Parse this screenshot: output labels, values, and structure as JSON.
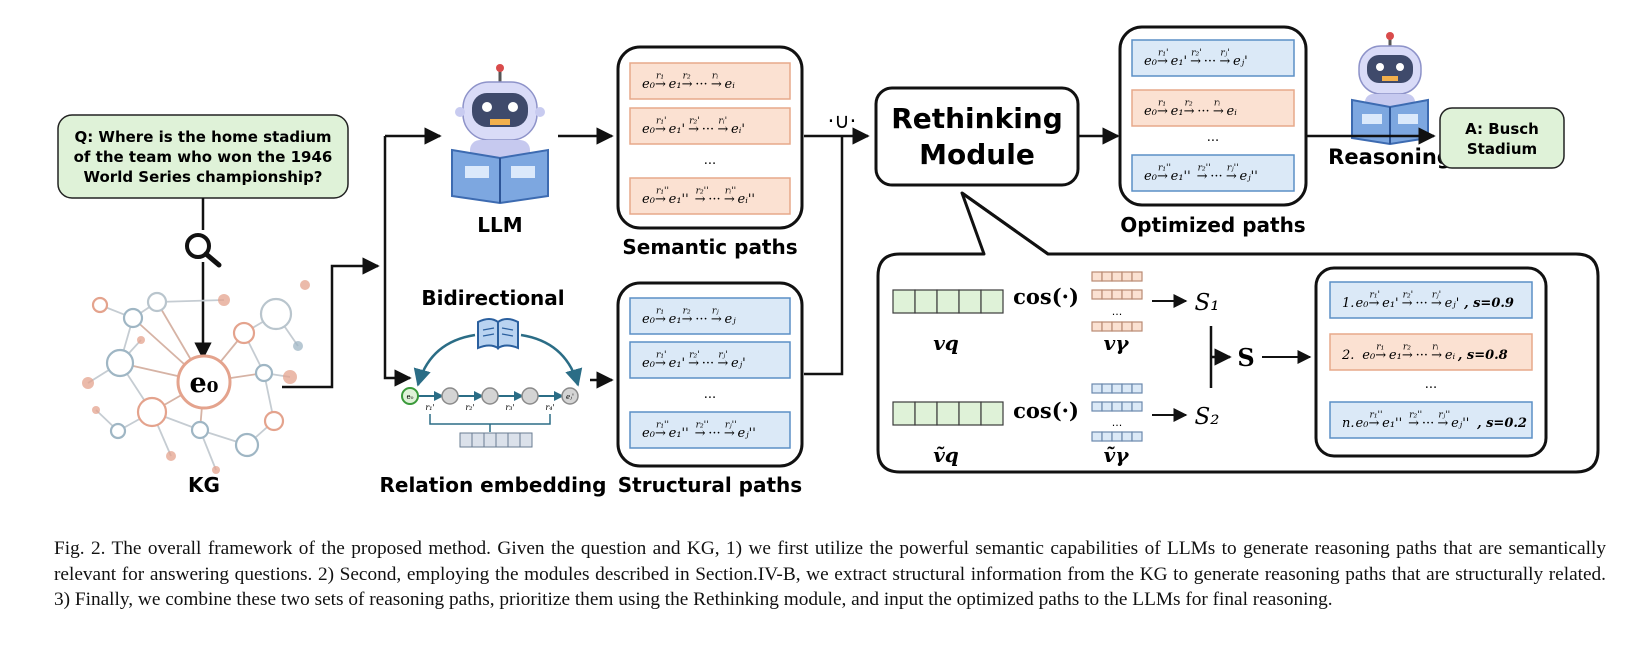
{
  "question": {
    "line1": "Q: Where is the home stadium",
    "line2": "of the team who won the 1946",
    "line3": "World Series championship?"
  },
  "kg": {
    "label": "KG",
    "center_node": "e₀"
  },
  "llm_label": "LLM",
  "relation": {
    "bidirectional_label": "Bidirectional",
    "embedding_label": "Relation embedding",
    "chain_start": "e₀",
    "chain_end": "eⱼ'",
    "rel_labels": [
      "r₁'",
      "r₂'",
      "r₃'",
      "r₄'"
    ]
  },
  "semantic_paths": {
    "title": "Semantic paths",
    "paths": [
      {
        "e": [
          "e₀",
          "e₁",
          "eᵢ"
        ],
        "r": [
          "r₁",
          "r₂",
          "rᵢ"
        ]
      },
      {
        "e": [
          "e₀",
          "e₁'",
          "eᵢ'"
        ],
        "r": [
          "r₁'",
          "r₂'",
          "rᵢ'"
        ]
      },
      {
        "e": [
          "e₀",
          "e₁''",
          "eᵢ''"
        ],
        "r": [
          "r₁''",
          "r₂''",
          "rᵢ''"
        ]
      }
    ],
    "ellipsis": "..."
  },
  "structural_paths": {
    "title": "Structural paths",
    "paths": [
      {
        "e": [
          "e₀",
          "e₁",
          "eⱼ"
        ],
        "r": [
          "r₁",
          "r₂",
          "rⱼ"
        ]
      },
      {
        "e": [
          "e₀",
          "e₁'",
          "eⱼ'"
        ],
        "r": [
          "r₁'",
          "r₂'",
          "rⱼ'"
        ]
      },
      {
        "e": [
          "e₀",
          "e₁''",
          "eⱼ''"
        ],
        "r": [
          "r₁''",
          "r₂''",
          "rⱼ''"
        ]
      }
    ],
    "ellipsis": "..."
  },
  "union_symbol": "·∪·",
  "rethinking": {
    "line1": "Rethinking",
    "line2": "Module"
  },
  "optimized_paths": {
    "title": "Optimized paths",
    "paths": [
      {
        "e": [
          "e₀",
          "e₁'",
          "eⱼ'"
        ],
        "r": [
          "r₁'",
          "r₂'",
          "rⱼ'"
        ]
      },
      {
        "e": [
          "e₀",
          "e₁",
          "eᵢ"
        ],
        "r": [
          "r₁",
          "r₂",
          "rᵢ"
        ]
      },
      {
        "e": [
          "e₀",
          "e₁''",
          "eⱼ''"
        ],
        "r": [
          "r₁''",
          "r₂''",
          "rⱼ''"
        ]
      }
    ],
    "ellipsis": "..."
  },
  "reasoning_label": "Reasoning",
  "answer": {
    "line1": "A: Busch",
    "line2": "Stadium"
  },
  "module_detail": {
    "cos_label": "cos(·)",
    "vq": "vq",
    "vr": "vγ",
    "vq_tilde": "ṽq",
    "vr_tilde": "ṽγ",
    "s1": "S₁",
    "s2": "S₂",
    "s": "S",
    "ellipsis": "...",
    "scored": [
      {
        "prefix": "1.",
        "e": [
          "e₀",
          "e₁'",
          "eⱼ'"
        ],
        "r": [
          "r₁'",
          "r₂'",
          "rⱼ'"
        ],
        "score": ", s=0.9"
      },
      {
        "prefix": "2. ",
        "e": [
          "e₀",
          "e₁",
          "eᵢ"
        ],
        "r": [
          "r₁",
          "r₂",
          "rᵢ"
        ],
        "score": " , s=0.8"
      },
      {
        "prefix": "n.",
        "e": [
          "e₀",
          "e₁''",
          "eⱼ''"
        ],
        "r": [
          "r₁''",
          "r₂''",
          "rⱼ''"
        ],
        "score": ", s=0.2"
      }
    ]
  },
  "caption": "Fig. 2.  The overall framework of the proposed method. Given the question and KG, 1) we first utilize the powerful semantic capabilities of LLMs to generate reasoning paths that are semantically relevant for answering questions. 2) Second, employing the modules described in Section.IV-B, we extract structural information from the KG to generate reasoning paths that are structurally related. 3) Finally, we combine these two sets of reasoning paths, prioritize them using the Rethinking module, and input the optimized paths to the LLMs for final reasoning.",
  "colors": {
    "green_fill": "#dff2d8",
    "blue_fill": "#dbe9f7",
    "blue_stroke": "#5b8fc6",
    "peach_fill": "#fbe1d2",
    "peach_stroke": "#e7a98a",
    "dark": "#111111",
    "teal": "#2b6d86"
  }
}
